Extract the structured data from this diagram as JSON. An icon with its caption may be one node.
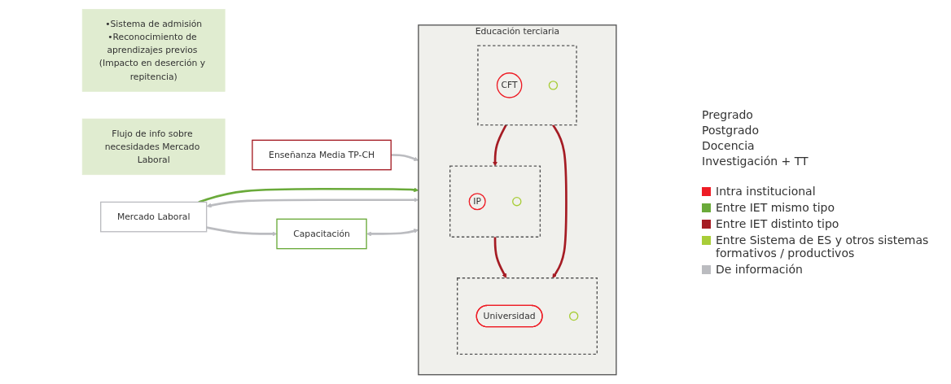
{
  "diagram": {
    "nodes": [
      {
        "text": [
          "Enseñanza Media TP-CH"
        ]
      },
      {
        "text": [
          "Educación terciaria"
        ]
      },
      {
        "text": [],
        "shape": "box",
        "in": 1
      },
      {
        "text": [
          "CFT"
        ],
        "in": 2
      },
      {
        "text": [],
        "shape": "circle",
        "in": 2
      },
      {
        "text": [],
        "shape": "box",
        "in": 1
      },
      {
        "text": [
          "IP"
        ],
        "in": 5
      },
      {
        "text": [],
        "shape": "circle",
        "in": 5
      },
      {
        "text": [],
        "shape": "box",
        "in": 1
      },
      {
        "text": [
          "Universidad"
        ],
        "in": 8
      },
      {
        "text": [],
        "shape": "circle",
        "in": 8
      },
      {
        "text": [
          "•Sistema de admisión",
          "•Reconocimiento de aprendizajes previos (Impacto en deserción y repitencia)"
        ]
      },
      {
        "text": [
          "Flujo de info sobre necesidades Mercado Laboral"
        ]
      },
      {
        "text": [
          "Mercado Laboral"
        ]
      },
      {
        "text": [
          "Capacitación"
        ]
      }
    ],
    "edges": [
      {
        "from": 0,
        "to": 1,
        "arrow": "to"
      },
      {
        "from": 2,
        "to": 5,
        "arrow": "to",
        "color": "#a51c24"
      },
      {
        "from": 5,
        "to": 8,
        "arrow": "to",
        "color": "#a51c24"
      },
      {
        "from": 2,
        "to": 8,
        "arrow": "to",
        "color": "#a51c24"
      },
      {
        "from": 13,
        "to": 1,
        "arrow": "to",
        "color": "#6aaa3a"
      },
      {
        "from": 13,
        "to": 1,
        "arrow": "both"
      },
      {
        "from": 13,
        "to": 14,
        "arrow": "to"
      },
      {
        "from": 14,
        "to": 1,
        "arrow": "both"
      }
    ],
    "labels": [
      "Pregrado",
      "Postgrado",
      "Docencia",
      "Investigación + TT"
    ],
    "legend": [
      {
        "text": "Intra institucional",
        "color": "#ee1c25"
      },
      {
        "text": "Entre IET mismo tipo",
        "color": "#6aaa3a"
      },
      {
        "text": "Entre IET distinto tipo",
        "color": "#a51c24"
      },
      {
        "text": "Entre Sistema de ES y otros sistemas formativos / productivos",
        "color": "#a8cd38"
      },
      {
        "text": "De información",
        "color": "#bbbcc0"
      }
    ]
  }
}
